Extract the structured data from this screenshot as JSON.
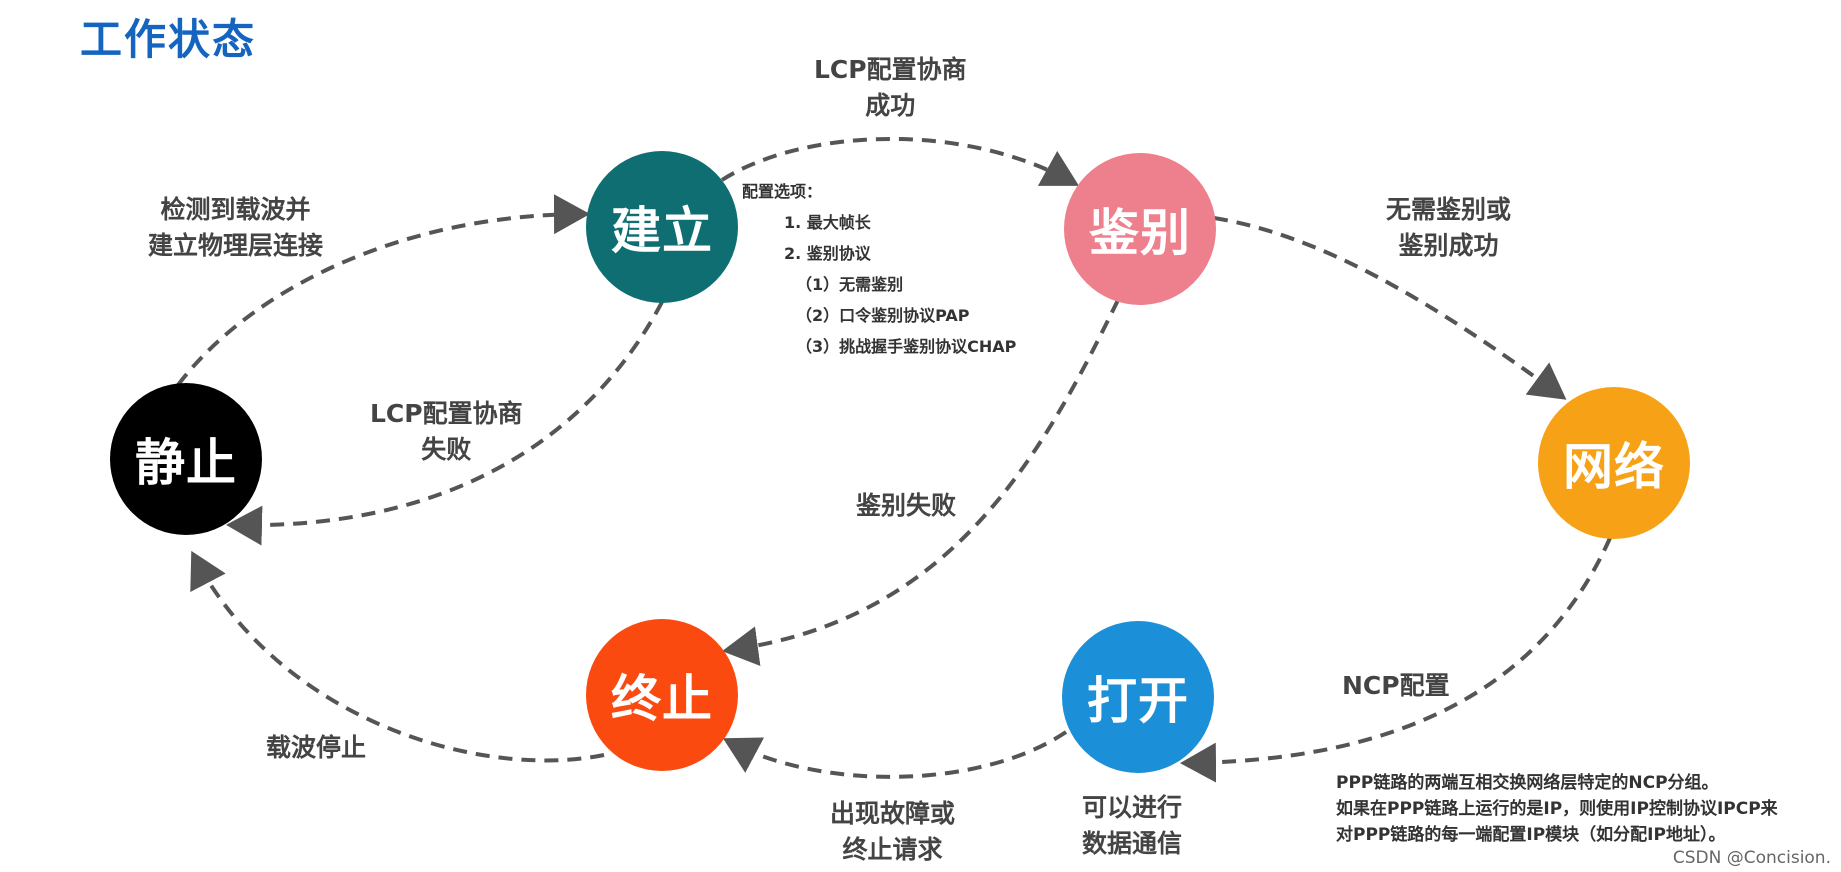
{
  "title": "工作状态",
  "nodes": {
    "jingzhi": {
      "label": "静止",
      "color": "#000000"
    },
    "jianli": {
      "label": "建立",
      "color": "#0f6e72"
    },
    "jianbie": {
      "label": "鉴别",
      "color": "#ee7f8c"
    },
    "wangluo": {
      "label": "网络",
      "color": "#f7a116"
    },
    "dakai": {
      "label": "打开",
      "color": "#1b8fd8"
    },
    "zhongzhi": {
      "label": "终止",
      "color": "#fb4a10"
    }
  },
  "edges": {
    "detect_carrier": [
      "检测到载波并",
      "建立物理层连接"
    ],
    "lcp_success": [
      "LCP配置协商",
      "成功"
    ],
    "lcp_fail": [
      "LCP配置协商",
      "失败"
    ],
    "auth_ok": [
      "无需鉴别或",
      "鉴别成功"
    ],
    "auth_fail": [
      "鉴别失败"
    ],
    "ncp": [
      "NCP配置"
    ],
    "data_comm": [
      "可以进行",
      "数据通信"
    ],
    "fault": [
      "出现故障或",
      "终止请求"
    ],
    "carrier_stop": [
      "载波停止"
    ]
  },
  "config_options": {
    "heading": "配置选项：",
    "items": [
      "1. 最大帧长",
      "2. 鉴别协议",
      "（1）无需鉴别",
      "（2）口令鉴别协议PAP",
      "（3）挑战握手鉴别协议CHAP"
    ]
  },
  "ncp_note": [
    "PPP链路的两端互相交换网络层特定的NCP分组。",
    "如果在PPP链路上运行的是IP，则使用IP控制协议IPCP来",
    "对PPP链路的每一端配置IP模块（如分配IP地址）。"
  ],
  "watermark": "CSDN @Concision.",
  "colors": {
    "title": "#1565c0",
    "arrow": "#555555",
    "text": "#444444"
  }
}
